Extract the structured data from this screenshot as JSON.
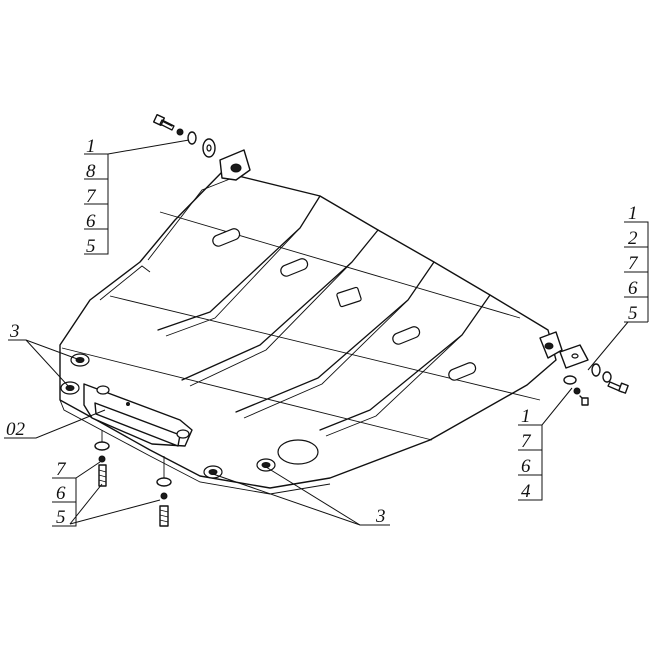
{
  "labels": {
    "top_left_stack": [
      "1",
      "8",
      "7",
      "6",
      "5"
    ],
    "right_top_stack": [
      "1",
      "2",
      "7",
      "6",
      "5"
    ],
    "right_bottom_stack": [
      "1",
      "7",
      "6",
      "4"
    ],
    "left_bottom_stack": [
      "7",
      "6",
      "5"
    ],
    "mount_left": "3",
    "mount_bottom": "3",
    "bracket": "02"
  }
}
